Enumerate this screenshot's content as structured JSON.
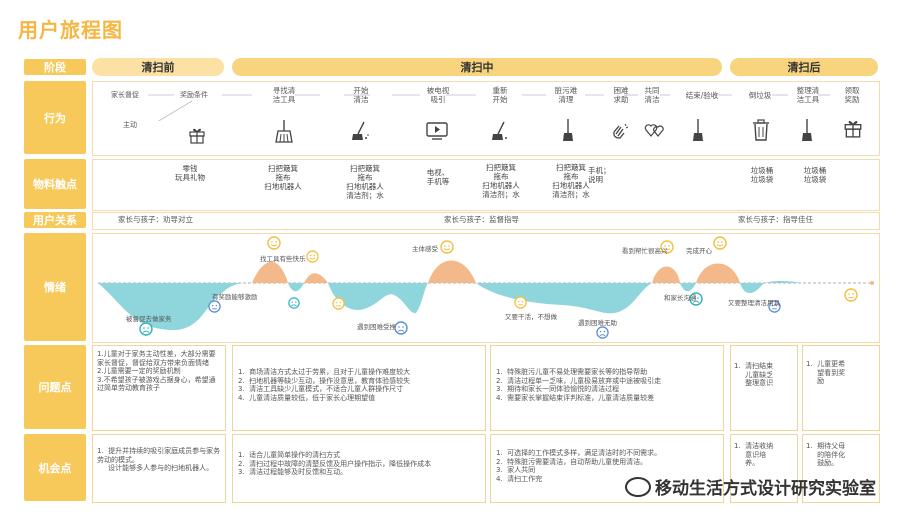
{
  "title": "用户旅程图",
  "row_labels": [
    "阶段",
    "行为",
    "物料触点",
    "用户关系",
    "情绪",
    "问题点",
    "机会点"
  ],
  "stages": [
    "清扫前",
    "清扫中",
    "清扫后"
  ],
  "actions": {
    "before_1": "家长督促",
    "before_2": "奖励条件",
    "before_sub": "主动",
    "steps": [
      "寻找清\n洁工具",
      "开始\n清洁",
      "被电视\n吸引",
      "重新\n开始",
      "脏污难\n清理",
      "困难\n求助",
      "共同\n清洁",
      "结束/验收",
      "倒垃圾",
      "整理清\n洁工具",
      "领取\n奖励"
    ]
  },
  "touchpoints": [
    "零钱\n玩具礼物",
    "扫把簸箕\n拖布\n扫地机器人",
    "扫把簸箕\n拖布\n扫地机器人\n清洁剂；水",
    "电视、\n手机等",
    "扫把簸箕\n拖布\n扫地机器人\n清洁剂；水",
    "扫把簸箕\n拖布\n扫地机器人\n清洁剂；水",
    "手机；\n说明",
    "垃圾桶\n垃圾袋",
    "垃圾桶\n垃圾袋"
  ],
  "relations": [
    "家长与孩子：劝导对立",
    "家长与孩子：监督指导",
    "家长与孩子：指导佳任"
  ],
  "emotions": {
    "labels": [
      "被督促去做家务",
      "有奖励能够激励",
      "找工具有些快乐",
      "遇到困难受挫",
      "主体感受",
      "又要干活，不想做",
      "遇到困难无助",
      "看到帮忙很高兴",
      "完成开心",
      "和家长沟通",
      "又要整理清洁用具"
    ]
  },
  "problems": {
    "col1": "1.儿童对于家务主动性差，大部分需要家长督促，督促给双方带来负面情绪\n2.儿童需要一定的奖励机制\n3.不希望孩子被游戏占据身心，希望通过简单劳动教育孩子",
    "col2": "1.  商场清洁方式太过于劳累，且对于儿童操作难度较大\n2.  扫地机器等缺少互动，操作没意思，教育体验感较失\n3.  清洁工具缺少儿童模式，不适合儿童人群操作尺寸\n4.  儿童清洁质量较低，低于家长心理期望值",
    "col3": "1.  特殊脏污儿童不易处理需要家长等的指导帮助\n2.  清洁过程单一乏味，儿童极易放弃或中途被吸引走\n3.  期待和家长一同体验愉悦的清洁过程\n4.  需要家长掌握结束评判标准，儿童清洁质量较差",
    "col4": "1.  清扫结束\n     儿童缺乏\n     整理意识",
    "col5": "1.  儿童更希\n     望看到奖\n     励"
  },
  "opportunities": {
    "col1": "1.  提升并持续的吸引家庭成员参与家务劳动的模式。\n     设计能够多人参与的扫地机器人。",
    "col2": "1.  适合儿童简单操作的清扫方式\n2.  清扫过程中故障的清楚反馈及用户操作指示，降低操作成本\n3.  清洁过程能够及时反馈和互动。",
    "col3": "1.  可选择的工作模式多样，满足清洁时的不同需求。\n2.  特殊脏污需要清洁，自动帮助儿童使用清洁。\n3.  家人共同\n4.  清扫工作完",
    "col4": "1.  清洁收纳\n     意识培\n     养。",
    "col5": "1.  期待父母\n     的陪伴化\n     鼓励。"
  },
  "watermark": "移动生活方式设计研究实验室",
  "colors": {
    "accent": "#f7c95b",
    "positive": "#f3b98a",
    "negative": "#8ed6dc"
  }
}
